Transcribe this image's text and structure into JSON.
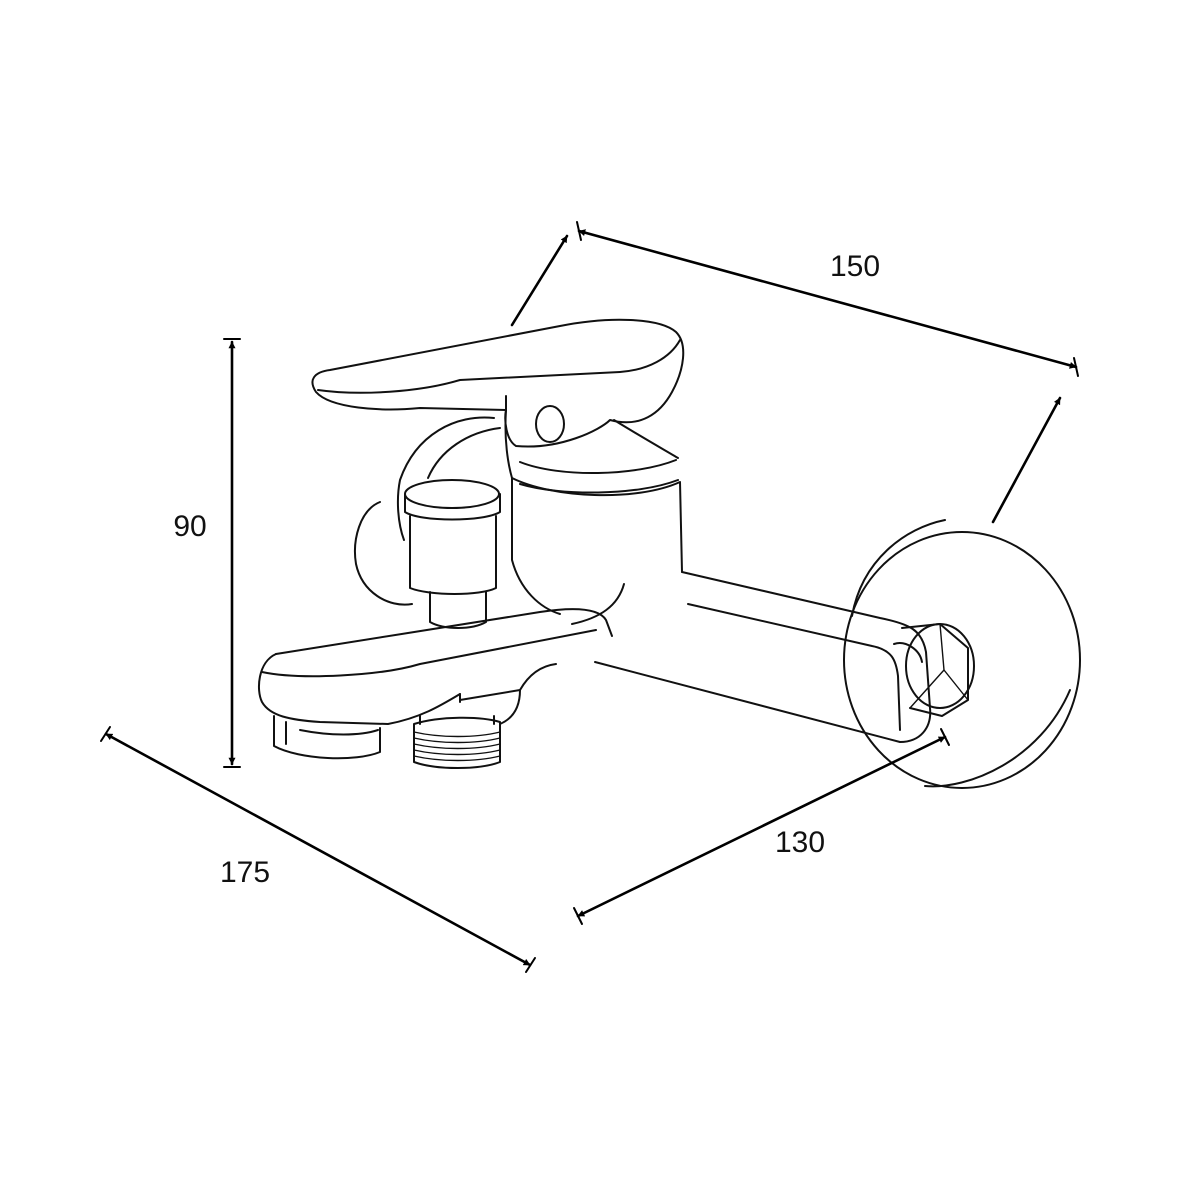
{
  "dimensions": {
    "height": "90",
    "width": "150",
    "depth": "175",
    "spout_length": "130"
  },
  "colors": {
    "line": "#111111",
    "background": "#ffffff"
  }
}
